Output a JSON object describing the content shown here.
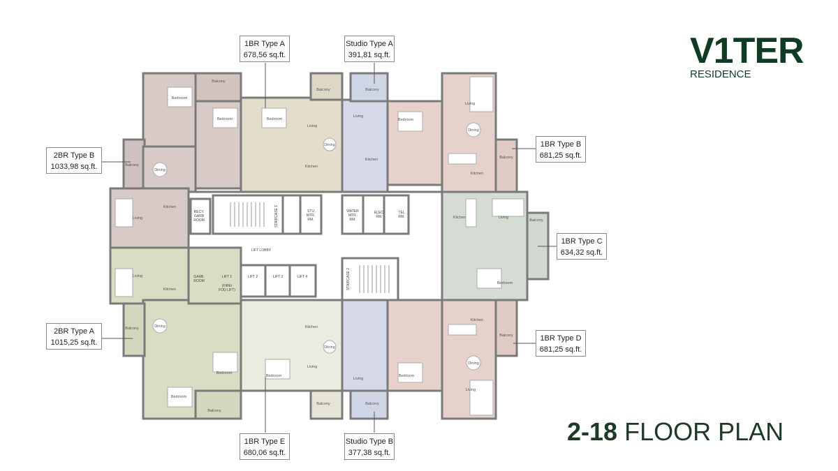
{
  "logo": {
    "name": "V1TER",
    "subtitle": "RESIDENCE",
    "color": "#0f3b22"
  },
  "title": {
    "floors": "2-18",
    "label": "FLOOR PLAN"
  },
  "colors": {
    "2br_type_b": "#d8cac6",
    "1br_type_a": "#e3ddcc",
    "studio": "#d6dae8",
    "1br_type_b_d": "#e7d1cb",
    "1br_type_c": "#d4dcd3",
    "2br_type_a": "#d9ddc4",
    "1br_type_e": "#ecebdf",
    "wall": "#7a7a7a"
  },
  "units": [
    {
      "type": "1BR Type A",
      "area": "678,56 sq.ft."
    },
    {
      "type": "Studio Type A",
      "area": "391,81 sq.ft."
    },
    {
      "type": "2BR Type B",
      "area": "1033,98 sq.ft."
    },
    {
      "type": "1BR Type B",
      "area": "681,25 sq.ft."
    },
    {
      "type": "1BR Type C",
      "area": "634,32 sq.ft."
    },
    {
      "type": "2BR Type A",
      "area": "1015,25 sq.ft."
    },
    {
      "type": "1BR Type D",
      "area": "681,25 sq.ft."
    },
    {
      "type": "1BR Type E",
      "area": "680,06 sq.ft."
    },
    {
      "type": "Studio Type B",
      "area": "377,38 sq.ft."
    }
  ],
  "rooms": {
    "bedroom": "Bedroom",
    "living": "Living",
    "dining": "Dining",
    "kitchen": "Kitchen",
    "balcony": "Balcony"
  },
  "core": {
    "recy_garb_1": "RECY.",
    "recy_garb_2": "GARB",
    "recy_garb_3": "ROOM",
    "staircase_1": "STAIRCASE 1",
    "staircase_2": "STAIRCASE 2",
    "stu_1": "STU",
    "stu_2": "MTR.",
    "stu_3": "RM.",
    "water_1": "WATER",
    "water_2": "MTR.",
    "water_3": "RM.",
    "elec_1": "ELEC.",
    "elec_2": "RM.",
    "tel_1": "TEL",
    "tel_2": "RM.",
    "lift_lobby": "LIFT LOBBY",
    "garb_1": "GARB.",
    "garb_2": "ROOM",
    "lift_1": "LIFT 1",
    "lift_1_note_1": "(FIRE/",
    "lift_1_note_2": "FOD LIFT)",
    "lift_2": "LIFT 2",
    "lift_3": "LIFT 3",
    "lift_4": "LIFT 4"
  }
}
